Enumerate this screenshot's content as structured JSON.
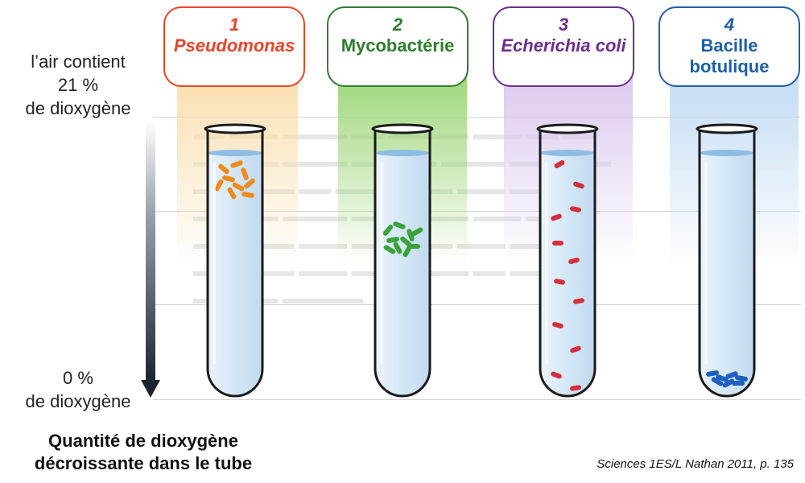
{
  "left_labels": {
    "top_line1": "l’air contient",
    "top_line2": "21 %",
    "top_line3": "de dioxygène",
    "bottom_line1": "0 %",
    "bottom_line2": "de dioxygène"
  },
  "caption": {
    "line1": "Quantité de dioxygène",
    "line2": "décroissante dans le tube"
  },
  "source": "Sciences 1ES/L Nathan 2011, p. 135",
  "tubes": [
    {
      "number": "1",
      "name": "Pseudomonas",
      "name_line2": "",
      "italic": true,
      "color": "#e8452a",
      "band_color": "#f9dfae",
      "bacteria_color": "#f08a1c",
      "bacteria_position": "top"
    },
    {
      "number": "2",
      "name": "Mycobactérie",
      "name_line2": "",
      "italic": false,
      "color": "#2f7d2f",
      "band_color": "#9fd77a",
      "bacteria_color": "#3aa33a",
      "bacteria_position": "upper-middle"
    },
    {
      "number": "3",
      "name": "Echerichia coli",
      "name_line2": "",
      "italic": true,
      "color": "#6b2f8f",
      "band_color": "#dccaee",
      "bacteria_color": "#d62f3a",
      "bacteria_position": "dispersed"
    },
    {
      "number": "4",
      "name": "Bacille",
      "name_line2": "botulique",
      "italic": false,
      "color": "#1f5fa8",
      "band_color": "#c3dcf3",
      "bacteria_color": "#1f5fbf",
      "bacteria_position": "bottom"
    }
  ],
  "colors": {
    "water": "#d4e7f6",
    "water_surface": "#8fbde3",
    "tube_outline": "#1a1a1a"
  }
}
